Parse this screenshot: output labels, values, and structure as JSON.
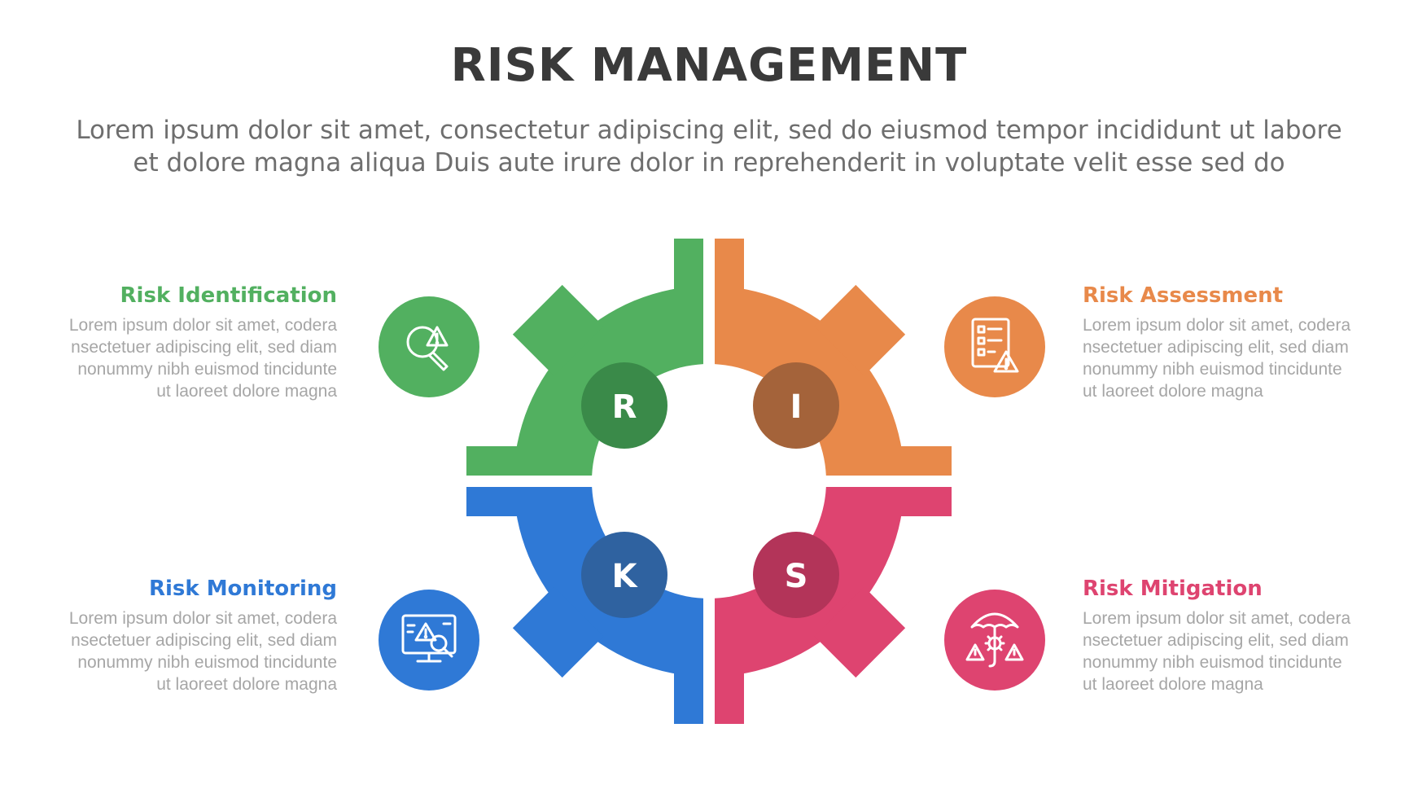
{
  "header": {
    "title": "RISK MANAGEMENT",
    "subtitle_line1": "Lorem ipsum dolor sit amet, consectetur adipiscing elit, sed do eiusmod tempor incididunt ut labore",
    "subtitle_line2": "et dolore magna aliqua Duis aute irure dolor in reprehenderit in voluptate velit esse sed do"
  },
  "items": {
    "identification": {
      "title": "Risk Identification",
      "letter": "R",
      "lines": [
        "Lorem ipsum dolor sit amet, codera",
        "nsectetuer adipiscing elit, sed diam",
        "nonummy nibh euismod tincidunte",
        "ut laoreet dolore magna"
      ],
      "color": "#52b060",
      "dark": "#3a8a49",
      "icon": "search-warning-icon"
    },
    "assessment": {
      "title": "Risk Assessment",
      "letter": "I",
      "lines": [
        "Lorem ipsum dolor sit amet, codera",
        "nsectetuer adipiscing elit, sed diam",
        "nonummy nibh euismod tincidunte",
        "ut laoreet dolore magna"
      ],
      "color": "#e8894a",
      "dark": "#a4633a",
      "icon": "checklist-warning-icon"
    },
    "monitoring": {
      "title": "Risk Monitoring",
      "letter": "K",
      "lines": [
        "Lorem ipsum dolor sit amet, codera",
        "nsectetuer adipiscing elit, sed diam",
        "nonummy nibh euismod tincidunte",
        "ut laoreet dolore magna"
      ],
      "color": "#2f79d6",
      "dark": "#2f62a0",
      "icon": "monitor-magnifier-icon"
    },
    "mitigation": {
      "title": "Risk Mitigation",
      "letter": "S",
      "lines": [
        "Lorem ipsum dolor sit amet, codera",
        "nsectetuer adipiscing elit, sed diam",
        "nonummy nibh euismod tincidunte",
        "ut laoreet dolore magna"
      ],
      "color": "#de4470",
      "dark": "#b33459",
      "icon": "umbrella-gear-icon"
    }
  }
}
